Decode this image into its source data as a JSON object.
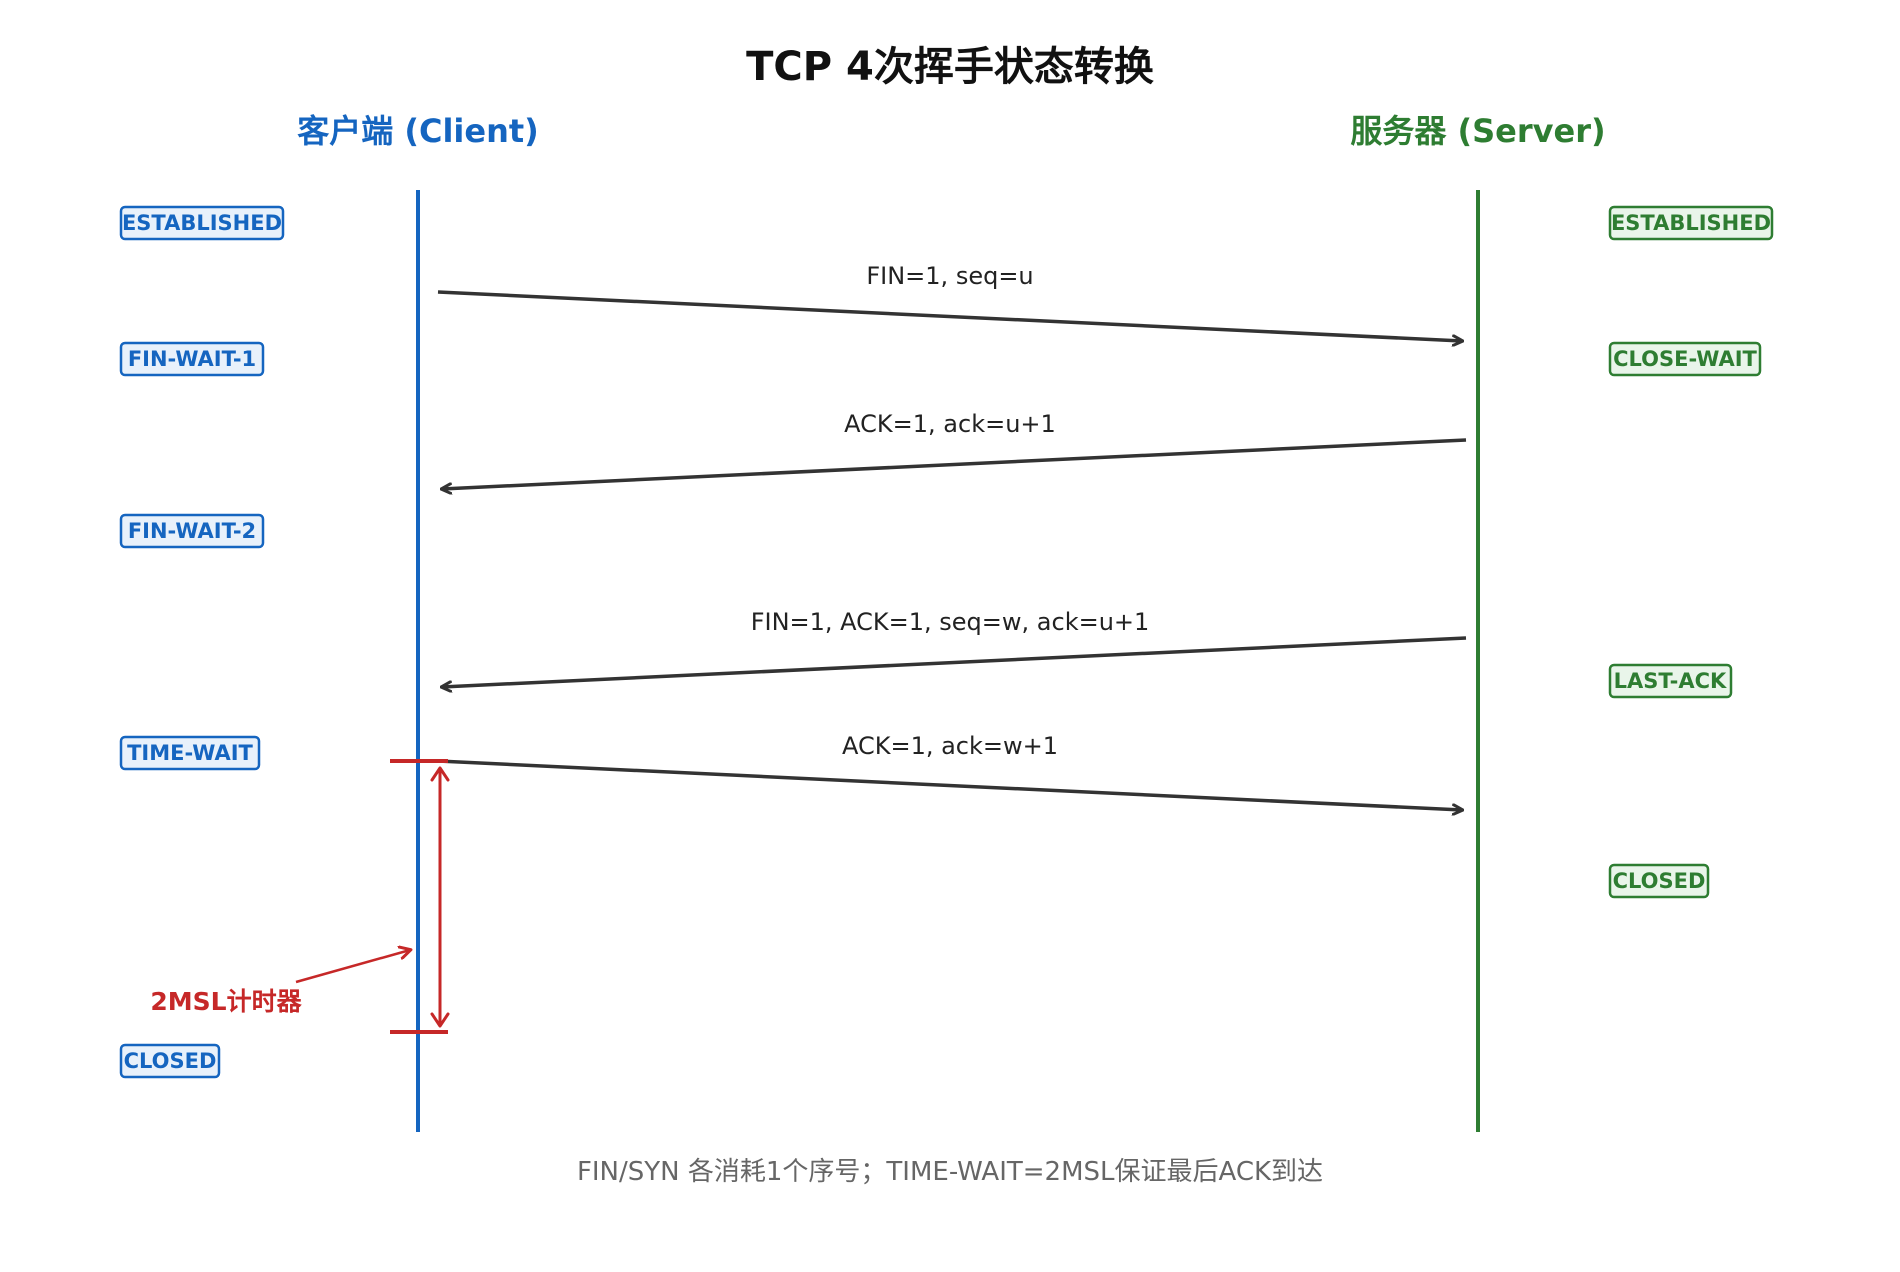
{
  "title": "TCP 4次挥手状态转换",
  "client": {
    "header": "客户端 (Client)",
    "color": "#1565c0",
    "fill": "#e8f1fb",
    "states": [
      "ESTABLISHED",
      "FIN-WAIT-1",
      "FIN-WAIT-2",
      "TIME-WAIT",
      "CLOSED"
    ]
  },
  "server": {
    "header": "服务器 (Server)",
    "color": "#2e7d32",
    "fill": "#e9f5ea",
    "states": [
      "ESTABLISHED",
      "CLOSE-WAIT",
      "LAST-ACK",
      "CLOSED"
    ]
  },
  "messages": [
    {
      "label": "FIN=1, seq=u",
      "from": "client",
      "to": "server"
    },
    {
      "label": "ACK=1, ack=u+1",
      "from": "server",
      "to": "client"
    },
    {
      "label": "FIN=1, ACK=1, seq=w, ack=u+1",
      "from": "server",
      "to": "client"
    },
    {
      "label": "ACK=1, ack=w+1",
      "from": "client",
      "to": "server"
    }
  ],
  "timer": {
    "label": "2MSL计时器",
    "color": "#c62828"
  },
  "arrow_color": "#333333",
  "footnote": "FIN/SYN 各消耗1个序号；TIME-WAIT=2MSL保证最后ACK到达"
}
